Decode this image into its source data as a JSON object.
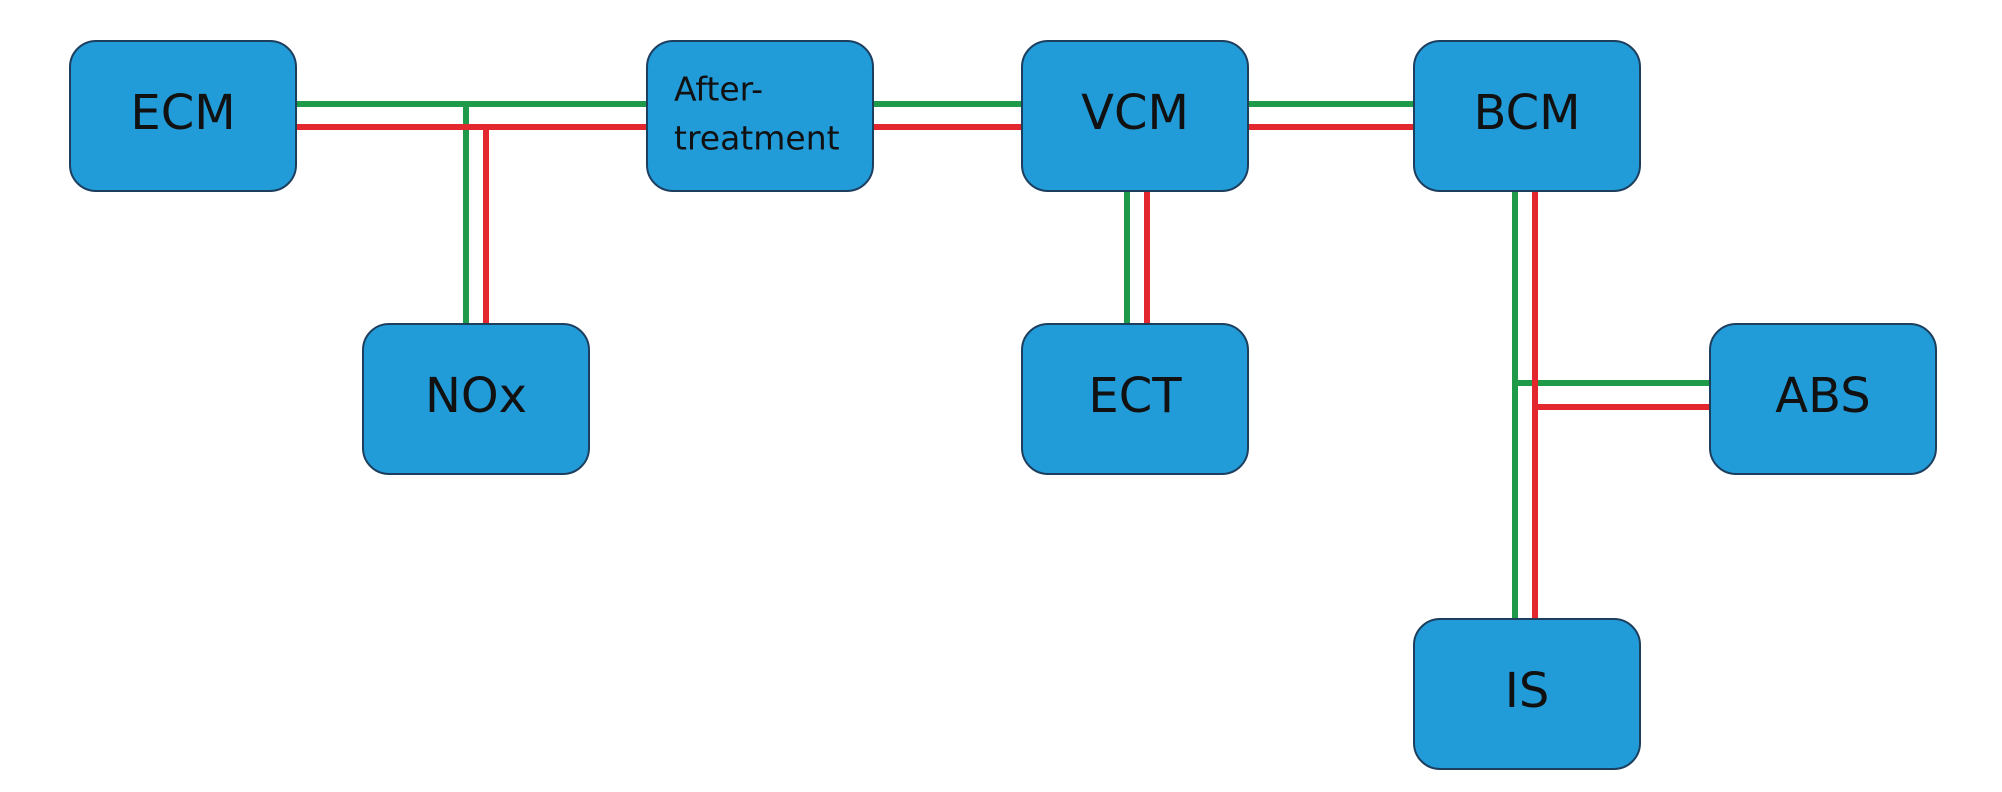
{
  "colors": {
    "box_fill": "#229bd9",
    "box_border": "#1d3f5e",
    "line_green": "#1f9a48",
    "line_red": "#e2282e",
    "text": "#111111"
  },
  "nodes": {
    "ecm": "ECM",
    "after_line1": "After-",
    "after_line2": "treatment",
    "vcm": "VCM",
    "bcm": "BCM",
    "nox": "NOx",
    "ect": "ECT",
    "abs": "ABS",
    "is": "IS"
  }
}
